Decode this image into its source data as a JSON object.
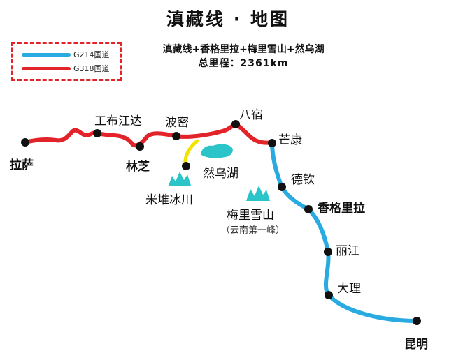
{
  "title": "滇藏线 · 地图",
  "route_summary": "滇藏线+香格里拉+梅里雪山+然乌湖",
  "total_distance": "总里程：2361km",
  "legend": {
    "g214": {
      "label": "G214国道",
      "color": "#29abe2"
    },
    "g318": {
      "label": "G318国道",
      "color": "#e3232a"
    }
  },
  "places": {
    "lhasa": "拉萨",
    "nyingchi": "林芝",
    "gongbo_gyamda": "工布江达",
    "bomi": "波密",
    "basu": "八宿",
    "markam": "芒康",
    "deqin": "德钦",
    "shangri_la": "香格里拉",
    "lijiang": "丽江",
    "dali": "大理",
    "kunming": "昆明",
    "midui_glacier": "米堆冰川",
    "rawu_lake": "然乌湖",
    "meili_snow_mountain": "梅里雪山",
    "meili_note": "（云南第一峰）"
  },
  "colors": {
    "stop_dot": "#111111",
    "glacier_icon": "#2bc4c8",
    "lake": "#2bc4c8",
    "glacier_spur": "#f2e200"
  }
}
